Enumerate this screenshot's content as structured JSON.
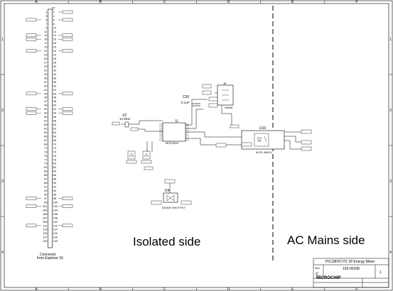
{
  "sheet": {
    "col_letters": [
      "A",
      "B",
      "C",
      "D",
      "E",
      "F"
    ],
    "row_numbers": [
      "1",
      "2",
      "3",
      "4"
    ]
  },
  "regions": {
    "isolated": "Isolated side",
    "ac_mains": "AC Mains side"
  },
  "connector": {
    "ref": "J7",
    "caption_line1": "Connector",
    "caption_line2": "from Explorer 16",
    "pins_odd": [
      "1",
      "3",
      "5",
      "7",
      "9",
      "11",
      "13",
      "15",
      "17",
      "19",
      "21",
      "23",
      "25",
      "27",
      "29",
      "31",
      "33",
      "35",
      "37",
      "39",
      "41",
      "43",
      "45",
      "47",
      "49",
      "51",
      "53",
      "55",
      "57",
      "59",
      "61",
      "63",
      "65",
      "67",
      "69",
      "71",
      "73",
      "75",
      "77",
      "79",
      "81",
      "83",
      "85",
      "87",
      "89",
      "91",
      "93",
      "95",
      "97",
      "99",
      "101",
      "103",
      "105",
      "107",
      "109",
      "111",
      "113",
      "115",
      "117",
      "119"
    ],
    "pins_even": [
      "2",
      "4",
      "6",
      "8",
      "10",
      "12",
      "14",
      "16",
      "18",
      "20",
      "22",
      "24",
      "26",
      "28",
      "30",
      "32",
      "34",
      "36",
      "38",
      "40",
      "42",
      "44",
      "46",
      "48",
      "50",
      "52",
      "54",
      "56",
      "58",
      "60",
      "62",
      "64",
      "66",
      "68",
      "70",
      "72",
      "74",
      "76",
      "78",
      "80",
      "82",
      "84",
      "86",
      "88",
      "90",
      "92",
      "94",
      "96",
      "98",
      "100",
      "102",
      "104",
      "106",
      "108",
      "110",
      "112",
      "114",
      "116",
      "118",
      "120"
    ]
  },
  "components": {
    "x2_ref": "X2",
    "x2_value": "12 MHz",
    "c30_ref": "C30",
    "c30_value": "0.1uF",
    "u_main_ref": "U",
    "u_main_part": "MCP3909",
    "u10_ref": "U10",
    "u10_part": "ACPL-M61U",
    "d4_ref": "D4",
    "d4_part": "DIODE SHOTTKY",
    "shield_ref": "J8",
    "shield_label": "Shield"
  },
  "title_block": {
    "title": "PIC18F87J72 1P Energy Meter",
    "doc_number": "103-00338",
    "size_label": "Size",
    "size_value": "C",
    "rev_value": "1",
    "company": "MICROCHIP"
  }
}
